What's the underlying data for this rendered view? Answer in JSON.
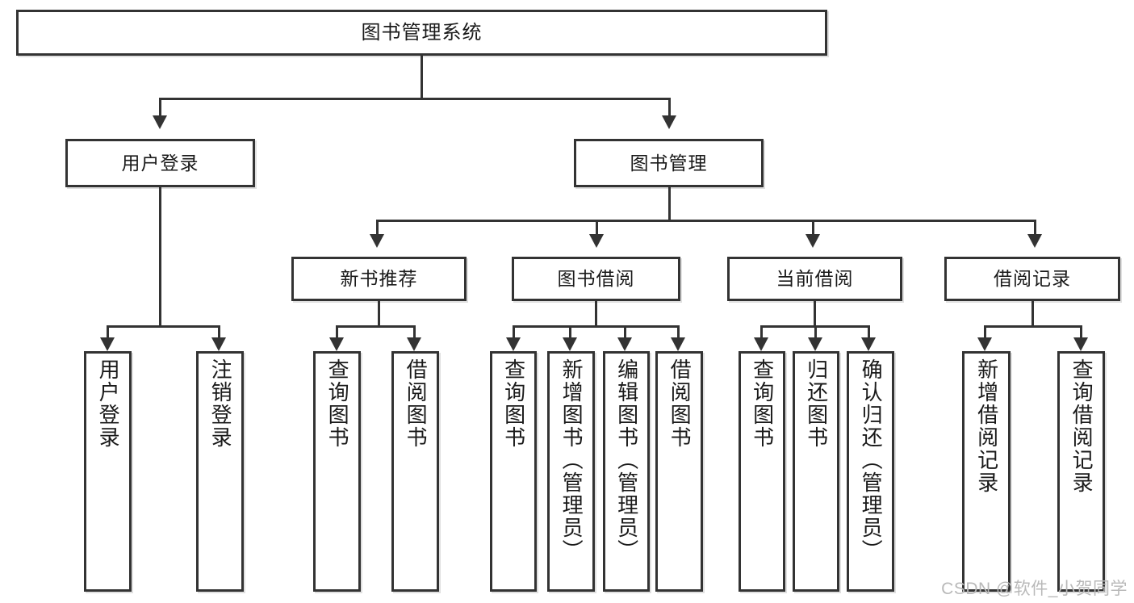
{
  "diagram": {
    "title": "图书管理系统",
    "type": "tree-hierarchy",
    "watermark": "CSDN @软件_小贺同学",
    "colors": {
      "box_border": "#333333",
      "box_fill": "#ffffff",
      "connector": "#333333",
      "watermark": "#b9b9b9"
    },
    "nodes": {
      "root": {
        "label": "图书管理系统"
      },
      "level2": [
        {
          "label": "用户登录"
        },
        {
          "label": "图书管理"
        }
      ],
      "level3": [
        {
          "label": "新书推荐"
        },
        {
          "label": "图书借阅"
        },
        {
          "label": "当前借阅"
        },
        {
          "label": "借阅记录"
        }
      ],
      "leaves": {
        "user_login": [
          {
            "label": "用户登录"
          },
          {
            "label": "注销登录"
          }
        ],
        "new_book_recommend": [
          {
            "label": "查询图书"
          },
          {
            "label": "借阅图书"
          }
        ],
        "book_borrow": [
          {
            "label": "查询图书"
          },
          {
            "label": "新增图书（管理员）"
          },
          {
            "label": "编辑图书（管理员）"
          },
          {
            "label": "借阅图书"
          }
        ],
        "current_borrow": [
          {
            "label": "查询图书"
          },
          {
            "label": "归还图书"
          },
          {
            "label": "确认归还（管理员）"
          }
        ],
        "borrow_records": [
          {
            "label": "新增借阅记录"
          },
          {
            "label": "查询借阅记录"
          }
        ]
      }
    }
  }
}
